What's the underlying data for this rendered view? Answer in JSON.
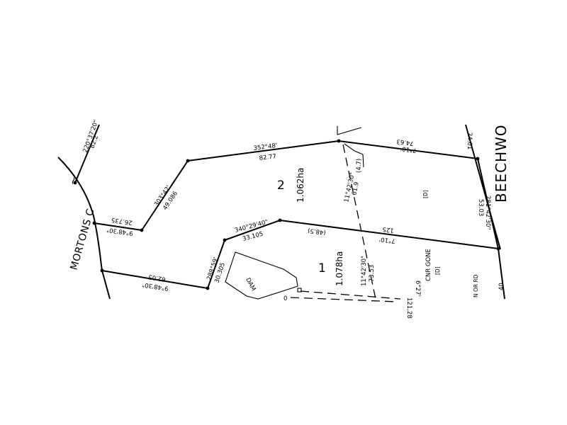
{
  "roads": {
    "mortons": "MORTONS C",
    "beechwood": "BEECHWO"
  },
  "lots": [
    {
      "number": "2",
      "area": "1.062ha"
    },
    {
      "number": "1",
      "area": "1.078ha"
    }
  ],
  "features": {
    "dam": "DAM",
    "cnr_gone": "CNR GONE",
    "d_mark_1": "[D]",
    "d_mark_2": "[D]",
    "side_note": "N OR RD",
    "edge_num": "40",
    "misc": "0"
  },
  "dimensions": {
    "top_left_bearing": "220°37'20\"",
    "top_left_dist": "82.2",
    "top_bearing": "352°48'",
    "top_dist": "82.77",
    "top_right_bearing": "7°10'",
    "top_right_dist": "74.63",
    "right_short": "24.01",
    "right_dist": "53.03",
    "right_bearing": "281°42'30\"",
    "diag_bearing": "303°42'",
    "diag_dist": "49.086",
    "stub_dist": "26.735",
    "stub_bearing": "9°48'30\"",
    "mid_bearing": "340°29'40\"",
    "mid_dist": "33.105",
    "mid_paren": "(48.5)",
    "mid_dist2": "125",
    "mid_bearing2": "7°10'",
    "dashed_bearing": "11°42'30\"",
    "dashed_dist": "61.9",
    "dashed_paren": "(4.7)",
    "lower_bearing": "288°59'",
    "lower_dist": "30.305",
    "bottom_dist": "62.05",
    "bottom_bearing": "9°48'30\"",
    "lot1_bearing": "11°42'30\"",
    "lot1_dist": "73.53",
    "right_low_dist": "121.28",
    "right_low_bearing": "6°27'"
  }
}
